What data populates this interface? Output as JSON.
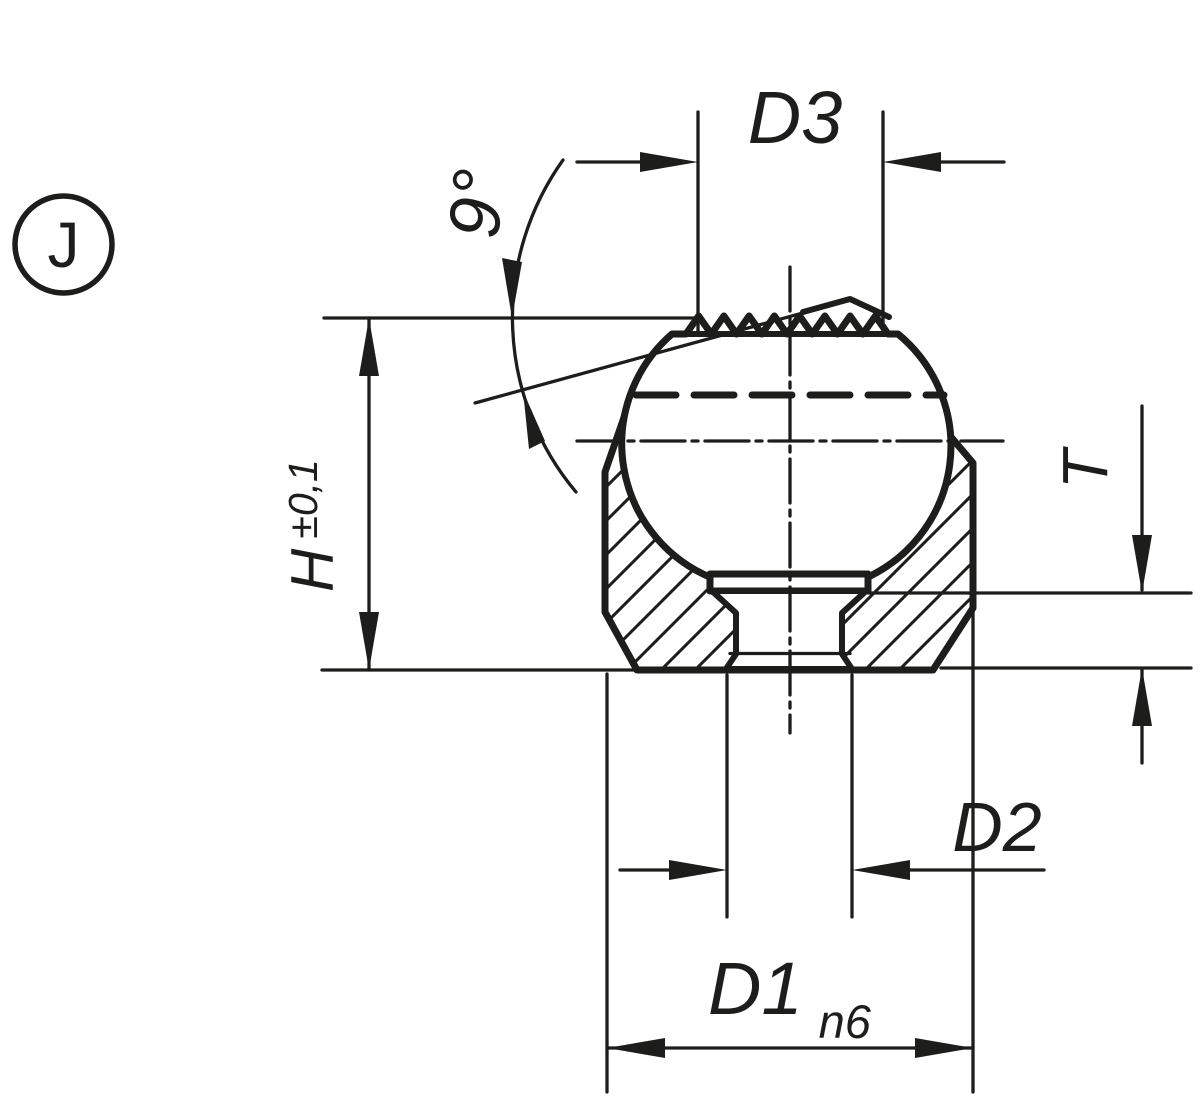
{
  "drawing": {
    "view_label": "J",
    "dimensions": {
      "d3": "D3",
      "angle": "9°",
      "height": "H",
      "height_tolerance": "±0,1",
      "depth": "T",
      "d2": "D2",
      "d1": "D1",
      "d1_fit": "n6"
    },
    "colors": {
      "ink": "#1d1d1b",
      "background": "#ffffff"
    }
  }
}
